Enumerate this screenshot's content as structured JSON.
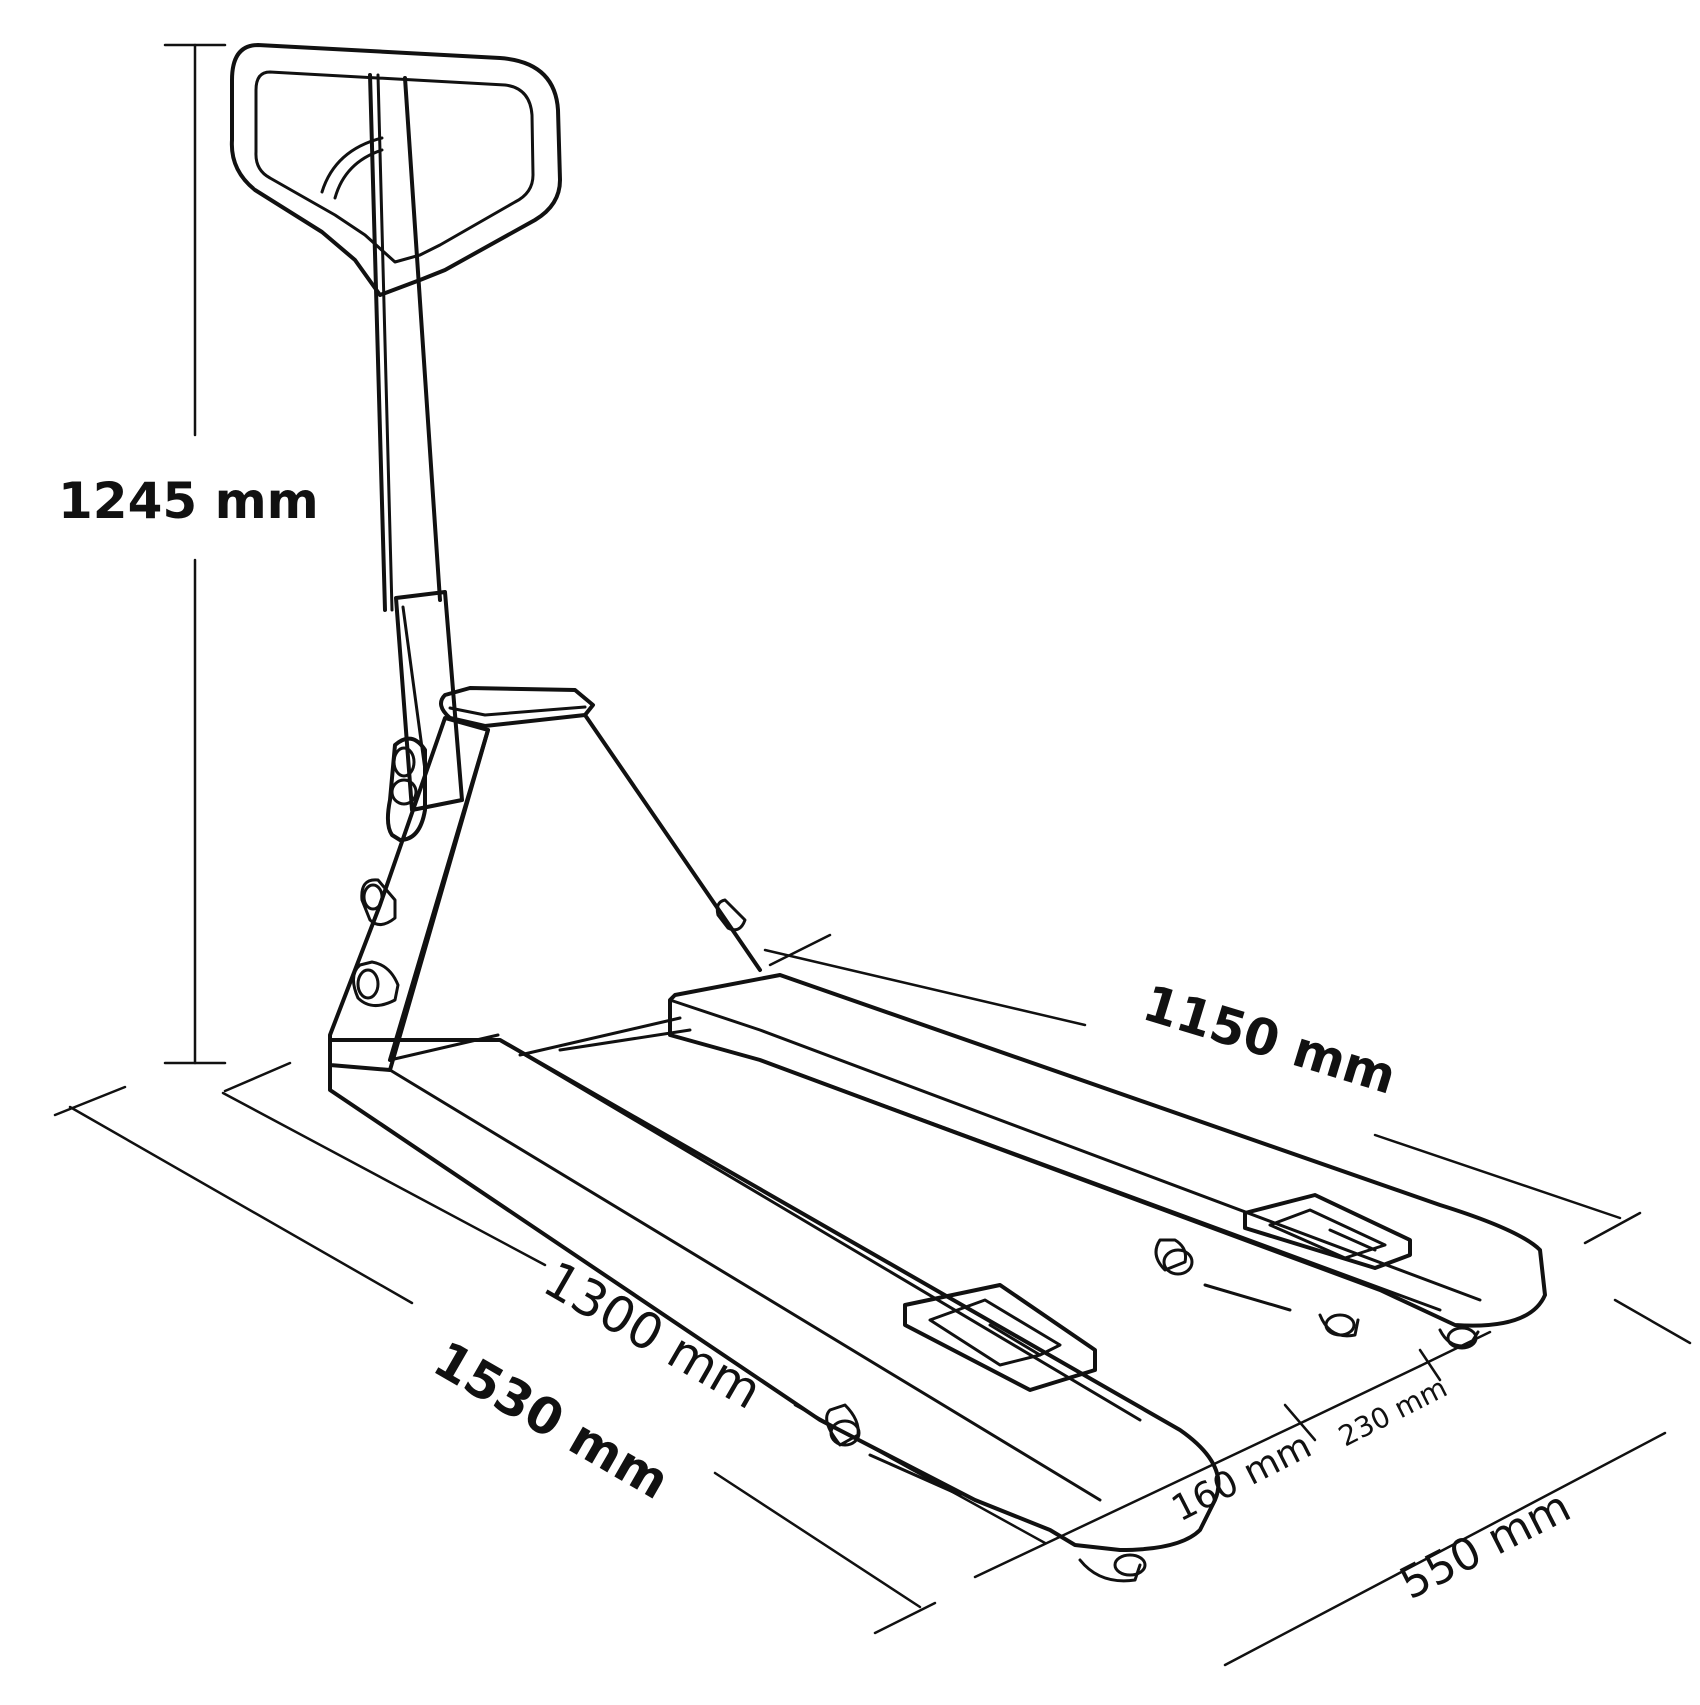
{
  "dimensions": {
    "height": "1245 mm",
    "fork_length": "1150 mm",
    "length_1300": "1300 mm",
    "overall_length": "1530 mm",
    "fork_width": "160 mm",
    "inner_width": "230 mm",
    "overall_width": "550 mm"
  },
  "colors": {
    "line": "#111111",
    "background": "#ffffff"
  }
}
